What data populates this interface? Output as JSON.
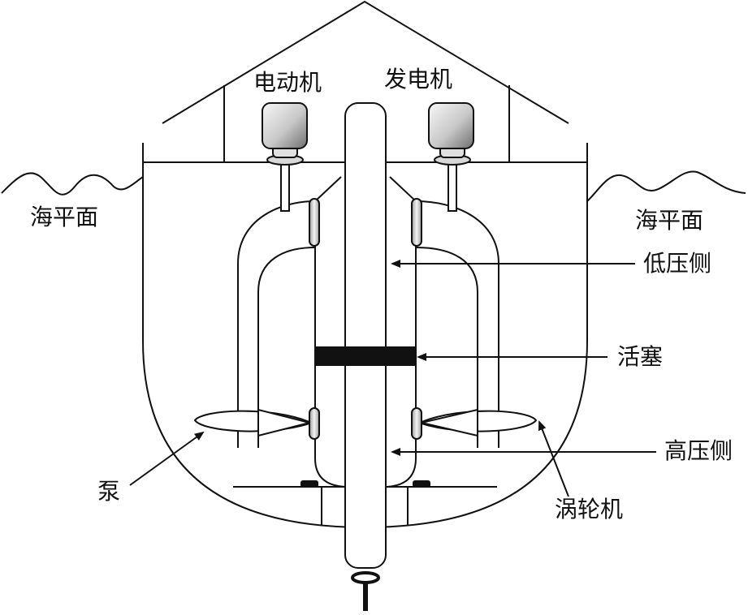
{
  "labels": {
    "motor": "电动机",
    "generator": "发电机",
    "sea_left": "海平面",
    "sea_right": "海平面",
    "low_pressure": "低压侧",
    "piston": "活塞",
    "high_pressure": "高压侧",
    "pump": "泵",
    "turbine": "涡轮机"
  },
  "colors": {
    "line": "#111111",
    "piston": "#111111",
    "housing_light": "#f2f2f2",
    "housing_dark": "#7a7a7a"
  }
}
